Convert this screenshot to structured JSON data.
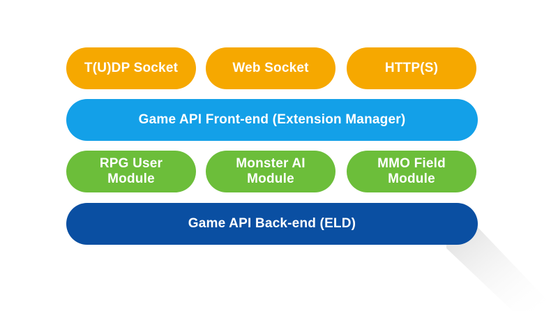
{
  "colors": {
    "orange": "#f6a800",
    "blue": "#13a0e8",
    "green": "#6cbe3a",
    "navy": "#0a4fa2"
  },
  "layers": {
    "sockets": {
      "tudp": "T(U)DP Socket",
      "web": "Web Socket",
      "http": "HTTP(S)"
    },
    "front_end": "Game API Front-end (Extension Manager)",
    "modules": {
      "rpg": "RPG User\nModule",
      "monster": "Monster AI\nModule",
      "mmo": "MMO Field\nModule"
    },
    "back_end": "Game API Back-end (ELD)"
  }
}
